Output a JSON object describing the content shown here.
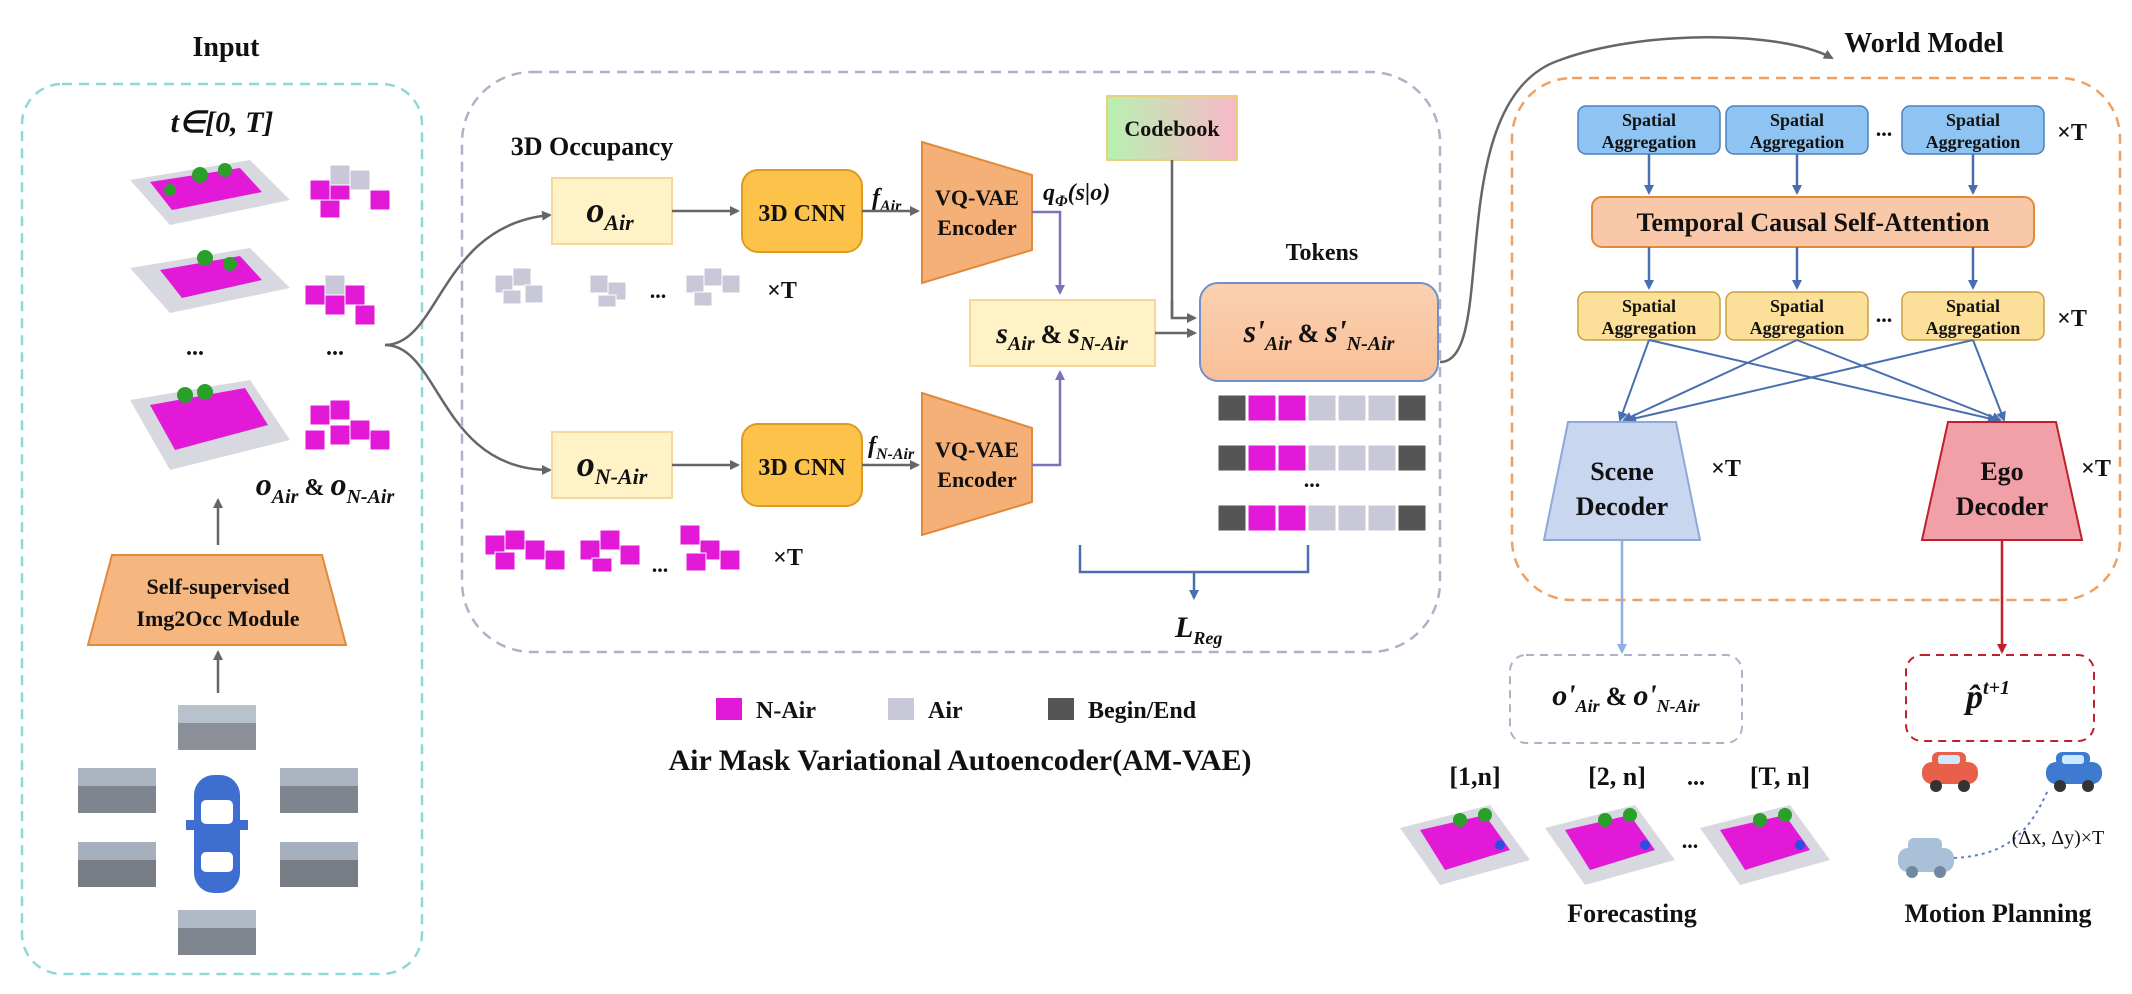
{
  "input": {
    "title": "Input",
    "time_range": "t∈[0, T]",
    "ellipsis": "...",
    "occ_label": {
      "o": "o",
      "air": "Air",
      "amp": "&",
      "nair": "N-Air"
    },
    "img2occ": [
      "Self-supervised",
      "Img2Occ Module"
    ]
  },
  "amvae": {
    "occupancy_title": "3D Occupancy",
    "o_air": {
      "o": "o",
      "sub": "Air"
    },
    "o_nair": {
      "o": "o",
      "sub": "N-Air"
    },
    "cnn": "3D CNN",
    "f_air": {
      "f": "f",
      "sub": "Air"
    },
    "f_nair": {
      "f": "f",
      "sub": "N-Air"
    },
    "encoder": [
      "VQ-VAE",
      "Encoder"
    ],
    "q_label": {
      "q": "q",
      "sub": "Φ",
      "rest": "(s|o)"
    },
    "codebook": "Codebook",
    "s_box": {
      "s1": "s",
      "sub1": "Air",
      "amp": "&",
      "s2": "s",
      "sub2": "N-Air"
    },
    "tokens_title": "Tokens",
    "s_prime_box": {
      "s1": "s'",
      "sub1": "Air",
      "amp": "&",
      "s2": "s'",
      "sub2": "N-Air"
    },
    "times_T": "×T",
    "ellipsis": "...",
    "l_reg": {
      "l": "L",
      "sub": "Reg"
    },
    "caption": "Air Mask Variational Autoencoder(AM-VAE)"
  },
  "legend": [
    {
      "label": "N-Air",
      "color": "#e21ad8"
    },
    {
      "label": "Air",
      "color": "#c8c8d8"
    },
    {
      "label": "Begin/End",
      "color": "#555555"
    }
  ],
  "world_model": {
    "title": "World Model",
    "spatial_agg": [
      "Spatial",
      "Aggregation"
    ],
    "temporal": "Temporal Causal Self-Attention",
    "times_T": "×T",
    "ellipsis": "...",
    "scene_decoder": [
      "Scene",
      "Decoder"
    ],
    "ego_decoder": [
      "Ego",
      "Decoder"
    ]
  },
  "outputs": {
    "o_prime": {
      "o1": "o'",
      "sub1": "Air",
      "amp": "&",
      "o2": "o'",
      "sub2": "N-Air"
    },
    "p_hat": {
      "p": "p̂",
      "sup": "t+1"
    },
    "forecast_steps": [
      "[1,n]",
      "[2, n]",
      "...",
      "[T, n]"
    ],
    "forecasting": "Forecasting",
    "motion_label": "(Δx, Δy)×T",
    "motion_planning": "Motion Planning"
  },
  "colors": {
    "nair": "#e21ad8",
    "air": "#c8c8d8",
    "begin_end": "#555555",
    "orange_fill": "#f5b77f",
    "orange_dark": "#f59a3d",
    "yellow_light": "#fff2c6",
    "blue_box": "#8fc4f2",
    "scene": "#c8d6f0",
    "ego": "#f2a0a8",
    "teal_border": "#8fd8d8",
    "gray_border": "#a9b4c8",
    "orange_border": "#f0a060"
  }
}
